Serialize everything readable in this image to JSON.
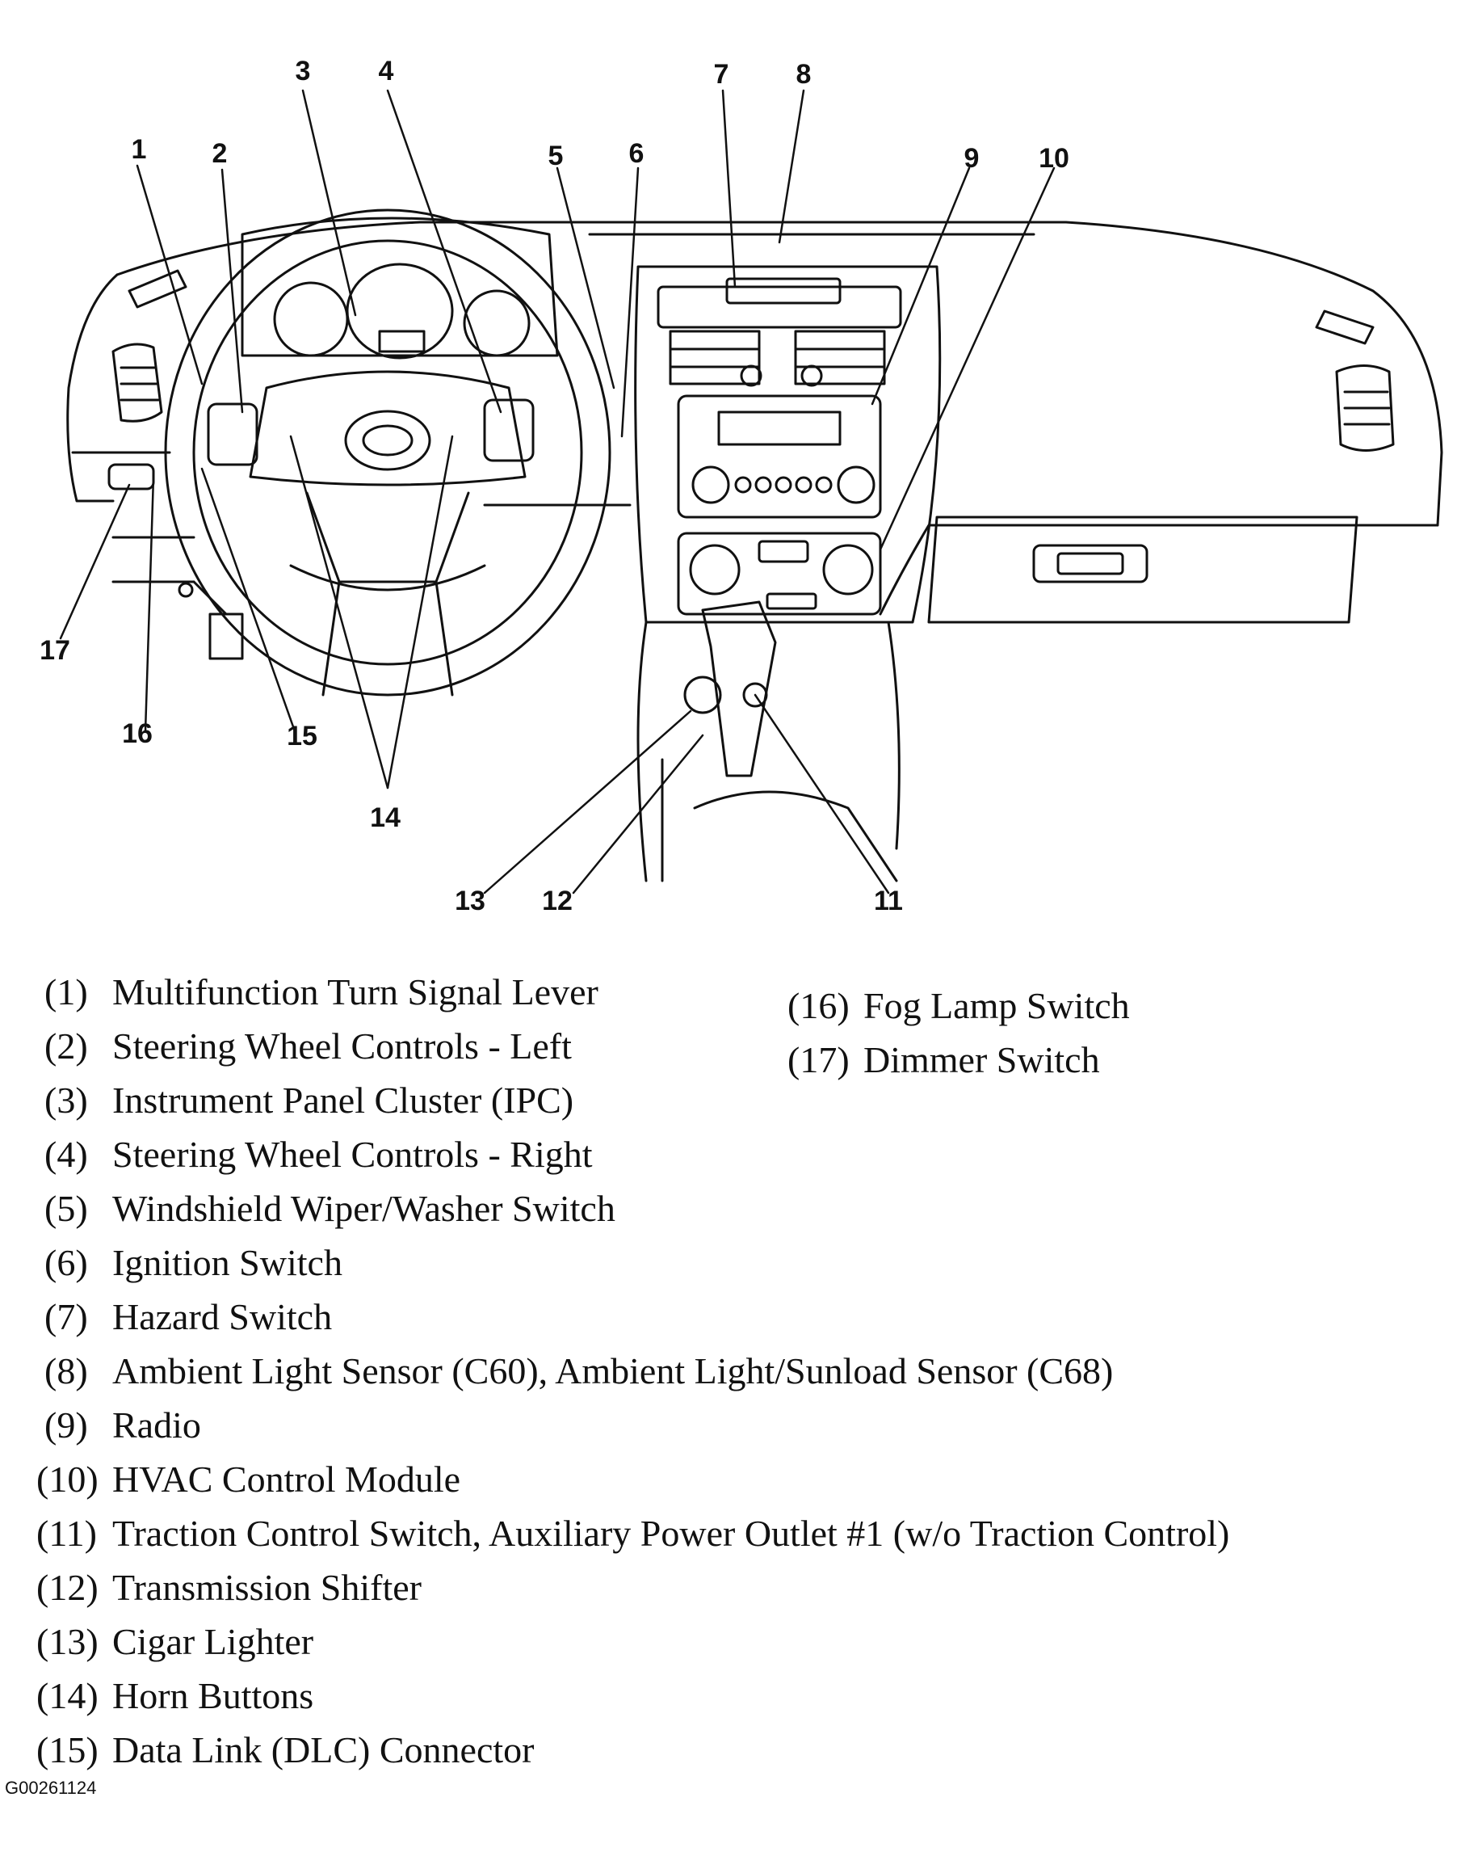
{
  "callouts": [
    "1",
    "2",
    "3",
    "4",
    "5",
    "6",
    "7",
    "8",
    "9",
    "10",
    "11",
    "12",
    "13",
    "14",
    "15",
    "16",
    "17"
  ],
  "legend": {
    "left": [
      {
        "num": "(1)",
        "label": "Multifunction Turn Signal Lever"
      },
      {
        "num": "(2)",
        "label": "Steering Wheel Controls - Left"
      },
      {
        "num": "(3)",
        "label": "Instrument Panel Cluster (IPC)"
      },
      {
        "num": "(4)",
        "label": "Steering Wheel Controls - Right"
      },
      {
        "num": "(5)",
        "label": "Windshield Wiper/Washer Switch"
      },
      {
        "num": "(6)",
        "label": "Ignition Switch"
      },
      {
        "num": "(7)",
        "label": "Hazard Switch"
      },
      {
        "num": "(8)",
        "label": "Ambient Light Sensor (C60), Ambient Light/Sunload Sensor (C68)"
      },
      {
        "num": "(9)",
        "label": "Radio"
      },
      {
        "num": "(10)",
        "label": "HVAC Control Module"
      },
      {
        "num": "(11)",
        "label": "Traction Control Switch, Auxiliary Power Outlet #1 (w/o Traction Control)"
      },
      {
        "num": "(12)",
        "label": "Transmission Shifter"
      },
      {
        "num": "(13)",
        "label": "Cigar Lighter"
      },
      {
        "num": "(14)",
        "label": "Horn Buttons"
      },
      {
        "num": "(15)",
        "label": "Data Link (DLC) Connector"
      }
    ],
    "right": [
      {
        "num": "(16)",
        "label": "Fog Lamp Switch"
      },
      {
        "num": "(17)",
        "label": "Dimmer Switch"
      }
    ]
  },
  "figure_id": "G00261124"
}
